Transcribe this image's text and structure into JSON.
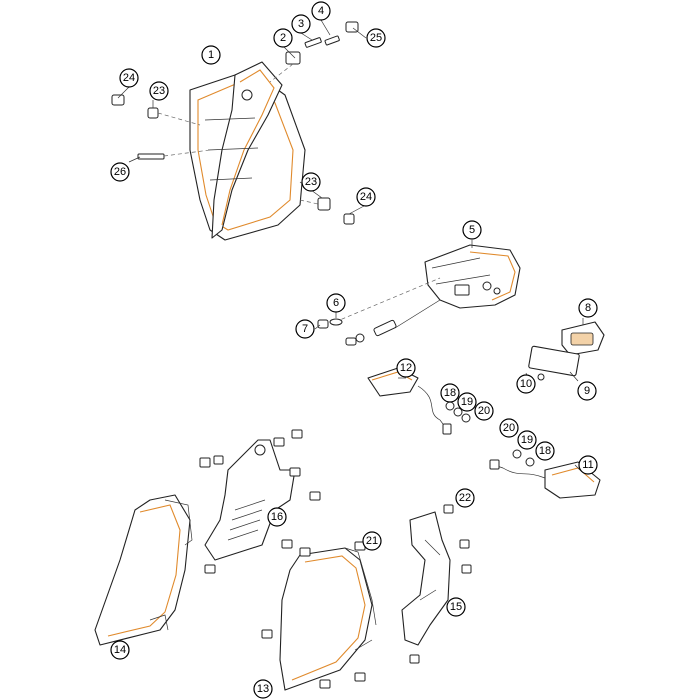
{
  "callouts": [
    {
      "label": "1"
    },
    {
      "label": "2"
    },
    {
      "label": "3"
    },
    {
      "label": "4"
    },
    {
      "label": "25"
    },
    {
      "label": "24"
    },
    {
      "label": "23"
    },
    {
      "label": "26"
    },
    {
      "label": "23"
    },
    {
      "label": "24"
    },
    {
      "label": "5"
    },
    {
      "label": "6"
    },
    {
      "label": "7"
    },
    {
      "label": "8"
    },
    {
      "label": "9"
    },
    {
      "label": "10"
    },
    {
      "label": "12"
    },
    {
      "label": "18"
    },
    {
      "label": "19"
    },
    {
      "label": "20"
    },
    {
      "label": "20"
    },
    {
      "label": "19"
    },
    {
      "label": "18"
    },
    {
      "label": "11"
    },
    {
      "label": "22"
    },
    {
      "label": "16"
    },
    {
      "label": "21"
    },
    {
      "label": "15"
    },
    {
      "label": "14"
    },
    {
      "label": "13"
    }
  ],
  "colors": {
    "line": "#222222",
    "highlight": "#e08a2c",
    "fill": "#f3d2a8",
    "background": "#ffffff"
  }
}
